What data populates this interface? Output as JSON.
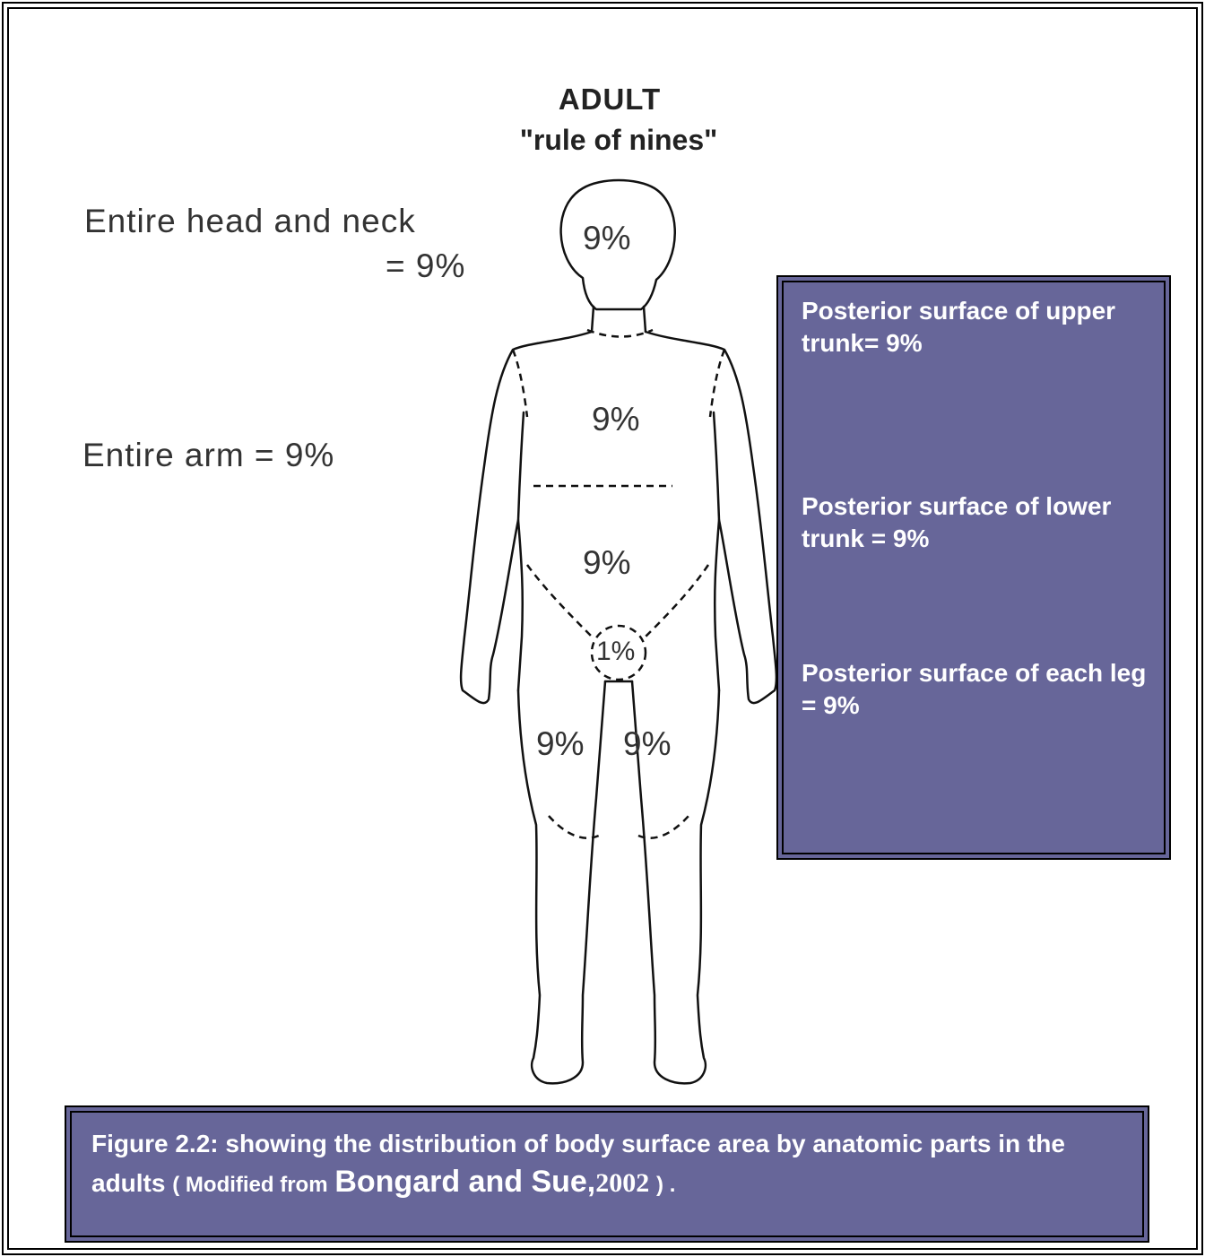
{
  "title": {
    "line1": "ADULT",
    "line2": "\"rule of nines\""
  },
  "left_labels": {
    "head_line1": "Entire head and neck",
    "head_line2": "= 9%",
    "arm": "Entire arm = 9%"
  },
  "figure_labels": {
    "head": "9%",
    "upper_trunk": "9%",
    "lower_trunk": "9%",
    "genital": "1%",
    "right_leg": "9%",
    "left_leg": "9%"
  },
  "posterior_box": {
    "upper_trunk": "Posterior surface of upper trunk= 9%",
    "lower_trunk": "Posterior surface of lower trunk = 9%",
    "each_leg": "Posterior surface of each leg = 9%"
  },
  "caption": {
    "main": "Figure 2.2: showing the distribution of body surface area by anatomic parts in the adults",
    "open": "( Modified from",
    "authors": "Bongard and Sue,",
    "year": "2002",
    "close": ") ."
  },
  "colors": {
    "box_fill": "#676699",
    "box_text": "#ffffff",
    "line": "#000000"
  }
}
